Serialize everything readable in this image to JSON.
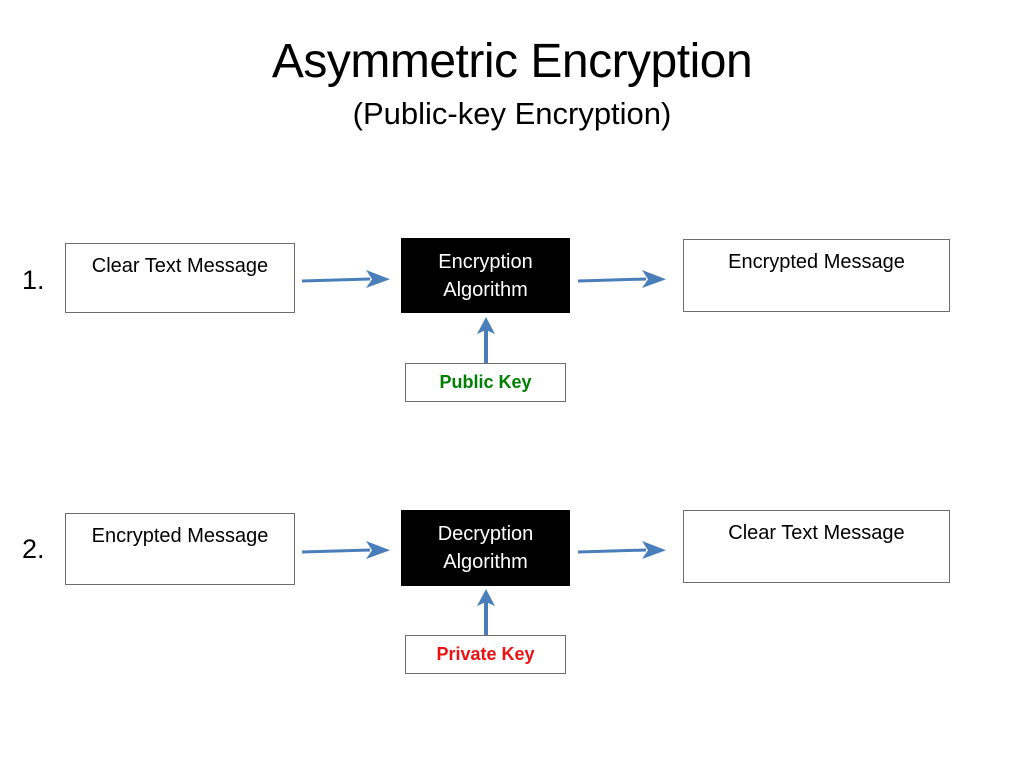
{
  "title": {
    "main": "Asymmetric Encryption",
    "sub": "(Public-key Encryption)"
  },
  "colors": {
    "arrow_blue": "#4a7ebb",
    "public_key_green": "#008000",
    "private_key_red": "#ee1111",
    "algorithm_box_fill": "#000000",
    "algorithm_box_text": "#ffffff",
    "plain_box_border": "#6d6d6d",
    "background": "#ffffff"
  },
  "steps": [
    {
      "number": "1.",
      "input_box": "Clear Text Message",
      "algorithm_line1": "Encryption",
      "algorithm_line2": "Algorithm",
      "output_box": "Encrypted Message",
      "key_label": "Public Key"
    },
    {
      "number": "2.",
      "input_box": "Encrypted Message",
      "algorithm_line1": "Decryption",
      "algorithm_line2": "Algorithm",
      "output_box": "Clear Text Message",
      "key_label": "Private Key"
    }
  ],
  "diagram_meta": {
    "type": "flow-diagram",
    "flow_row1": "Clear Text Message -> Encryption Algorithm -> Encrypted Message",
    "flow_row1_key": "Public Key -> Encryption Algorithm",
    "flow_row2": "Encrypted Message -> Decryption Algorithm -> Clear Text Message",
    "flow_row2_key": "Private Key -> Decryption Algorithm"
  }
}
